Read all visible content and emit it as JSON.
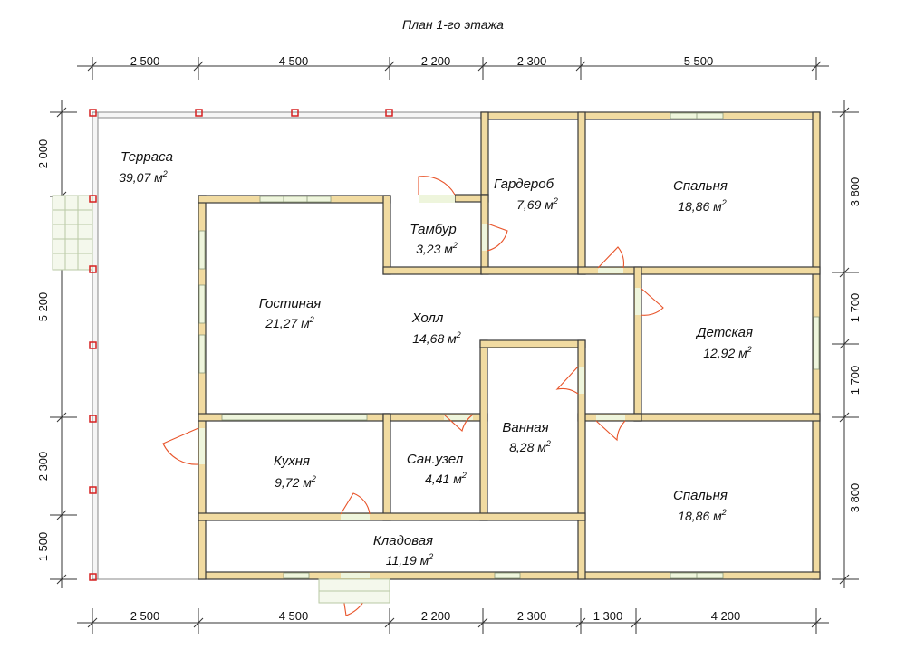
{
  "title": "План 1-го этажа",
  "colors": {
    "wall": "#f1dba1",
    "wall_border": "#3a3a3a",
    "door": "#e8542a",
    "window": "#eef5dc",
    "post": "#d62020"
  },
  "dims": {
    "top": [
      "2 500",
      "4 500",
      "2 200",
      "2 300",
      "5 500"
    ],
    "bottom": [
      "2 500",
      "4 500",
      "2 200",
      "2 300",
      "1 300",
      "4 200"
    ],
    "left": [
      "2 000",
      "5 200",
      "2 300",
      "1 500"
    ],
    "right": [
      "3 800",
      "1 700",
      "1 700",
      "3 800"
    ]
  },
  "rooms": {
    "terrace": {
      "name": "Терраса",
      "area": "39,07 м",
      "sup": "2"
    },
    "vestibule": {
      "name": "Тамбур",
      "area": "3,23 м",
      "sup": "2"
    },
    "wardrobe": {
      "name": "Гардероб",
      "area": "7,69 м",
      "sup": "2"
    },
    "bedroom1": {
      "name": "Спальня",
      "area": "18,86 м",
      "sup": "2"
    },
    "living": {
      "name": "Гостиная",
      "area": "21,27 м",
      "sup": "2"
    },
    "hall": {
      "name": "Холл",
      "area": "14,68 м",
      "sup": "2"
    },
    "kids": {
      "name": "Детская",
      "area": "12,92 м",
      "sup": "2"
    },
    "kitchen": {
      "name": "Кухня",
      "area": "9,72 м",
      "sup": "2"
    },
    "wc": {
      "name": "Сан.узел",
      "area": "4,41 м",
      "sup": "2"
    },
    "bath": {
      "name": "Ванная",
      "area": "8,28 м",
      "sup": "2"
    },
    "bedroom2": {
      "name": "Спальня",
      "area": "18,86 м",
      "sup": "2"
    },
    "storage": {
      "name": "Кладовая",
      "area": "11,19 м",
      "sup": "2"
    }
  }
}
